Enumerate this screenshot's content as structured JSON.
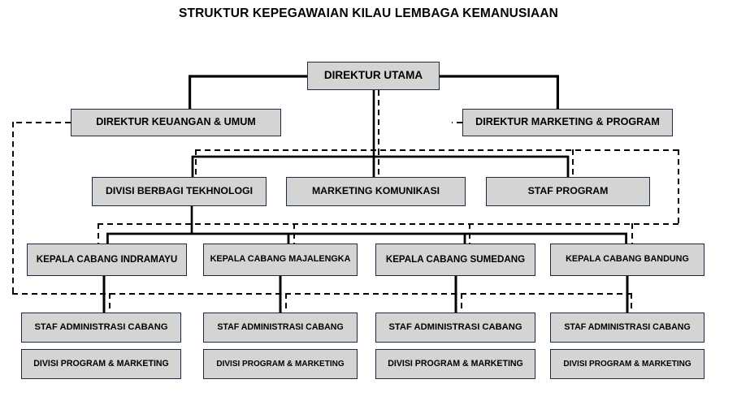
{
  "title": "STRUKTUR KEPEGAWAIAN KILAU LEMBAGA KEMANUSIAAN",
  "nodes": {
    "direktur_utama": "DIREKTUR UTAMA",
    "direktur_keuangan": "DIREKTUR KEUANGAN & UMUM",
    "direktur_marketing": "DIREKTUR MARKETING & PROGRAM",
    "divisi_teknologi": "DIVISI BERBAGI TEKHNOLOGI",
    "marketing_komunikasi": "MARKETING KOMUNIKASI",
    "staf_program": "STAF PROGRAM",
    "cabang_indramayu": "KEPALA CABANG INDRAMAYU",
    "cabang_majalengka": "KEPALA CABANG MAJALENGKA",
    "cabang_sumedang": "KEPALA CABANG SUMEDANG",
    "cabang_bandung": "KEPALA CABANG BANDUNG",
    "staf_adm_1": "STAF ADMINISTRASI CABANG",
    "staf_adm_2": "STAF ADMINISTRASI CABANG",
    "staf_adm_3": "STAF ADMINISTRASI CABANG",
    "staf_adm_4": "STAF ADMINISTRASI CABANG",
    "divisi_pm_1": "DIVISI PROGRAM & MARKETING",
    "divisi_pm_2": "DIVISI PROGRAM & MARKETING",
    "divisi_pm_3": "DIVISI PROGRAM & MARKETING",
    "divisi_pm_4": "DIVISI PROGRAM & MARKETING"
  },
  "style": {
    "box_fill": "#d4d4d4",
    "box_border": "#1c2b44",
    "line_color": "#000000",
    "background": "#ffffff"
  }
}
